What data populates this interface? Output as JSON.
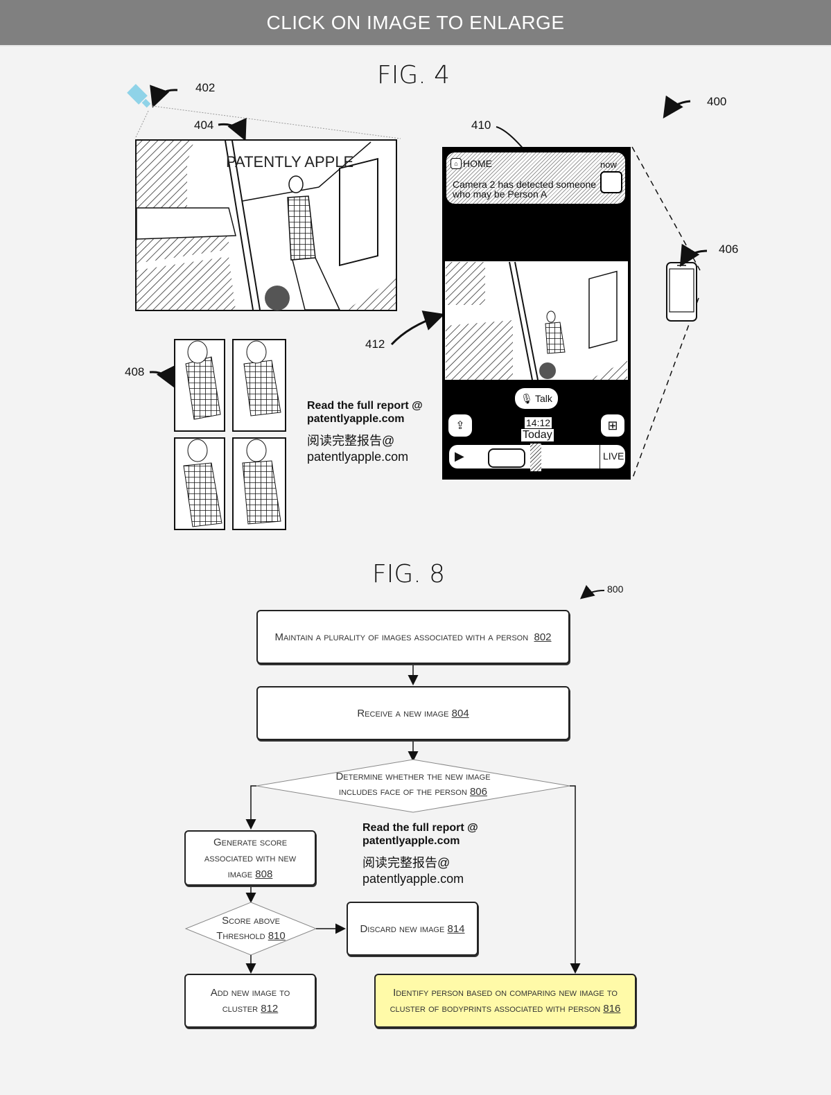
{
  "banner": {
    "label": "CLICK ON IMAGE TO ENLARGE"
  },
  "fig4": {
    "title": "FIG. 4",
    "refs": {
      "r400": "400",
      "r402": "402",
      "r404": "404",
      "r406": "406",
      "r408": "408",
      "r410": "410",
      "r412": "412"
    },
    "camera_view_watermark": "PATENTLY APPLE",
    "notification": {
      "app": "HOME",
      "time": "now",
      "line1": "Camera 2 has detected someone",
      "line2": "who may be Person A"
    },
    "controls": {
      "talk": "Talk",
      "time": "14:12",
      "day": "Today",
      "live": "LIVE"
    },
    "icons": {
      "camera": "camera-icon",
      "phone": "smartphone-icon",
      "home": "home-icon",
      "mic": "microphone-icon",
      "share": "share-icon",
      "grid": "grid-icon",
      "play": "play-icon"
    }
  },
  "watermark": {
    "line1": "Read the full report @",
    "line2": "patentlyapple.com",
    "line3": "阅读完整报告@",
    "line4": "patentlyapple.com"
  },
  "fig8": {
    "title": "FIG. 8",
    "ref": "800",
    "steps": [
      {
        "id": "802",
        "text": "Maintain a plurality of images associated with a person"
      },
      {
        "id": "804",
        "text": "Receive a new image"
      },
      {
        "id": "806",
        "text_line1": "Determine whether the new image",
        "text_line2": "includes face of the person"
      },
      {
        "id": "808",
        "text_line1": "Generate score",
        "text_line2": "associated with new",
        "text_line3": "image"
      },
      {
        "id": "810",
        "text_line1": "Score above",
        "text_line2": "Threshold"
      },
      {
        "id": "812",
        "text_line1": "Add new image to",
        "text_line2": "cluster"
      },
      {
        "id": "814",
        "text": "Discard new image"
      },
      {
        "id": "816",
        "text_line1": "Identify person based on comparing new image to",
        "text_line2": "cluster of bodyprints associated with person"
      }
    ],
    "colors": {
      "highlight": "#fffaa8"
    }
  }
}
